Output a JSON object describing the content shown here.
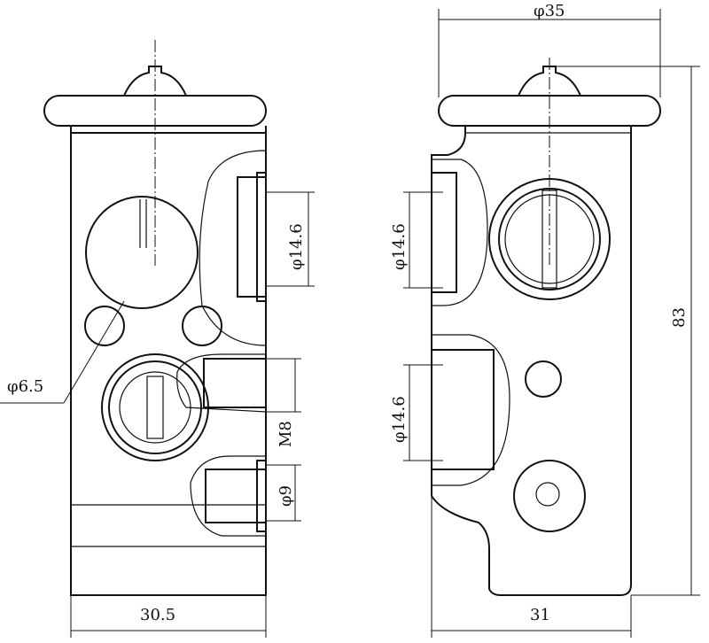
{
  "drawing": {
    "left_view": {
      "width_label": "30.5",
      "hole_small_label": "φ6.5",
      "port_top_label": "φ14.6",
      "thread_label": "M8",
      "port_bottom_label": "φ9"
    },
    "right_view": {
      "cap_diameter_label": "φ35",
      "height_label": "83",
      "width_label": "31",
      "port_top_label": "φ14.6",
      "port_bottom_label": "φ14.6"
    }
  }
}
